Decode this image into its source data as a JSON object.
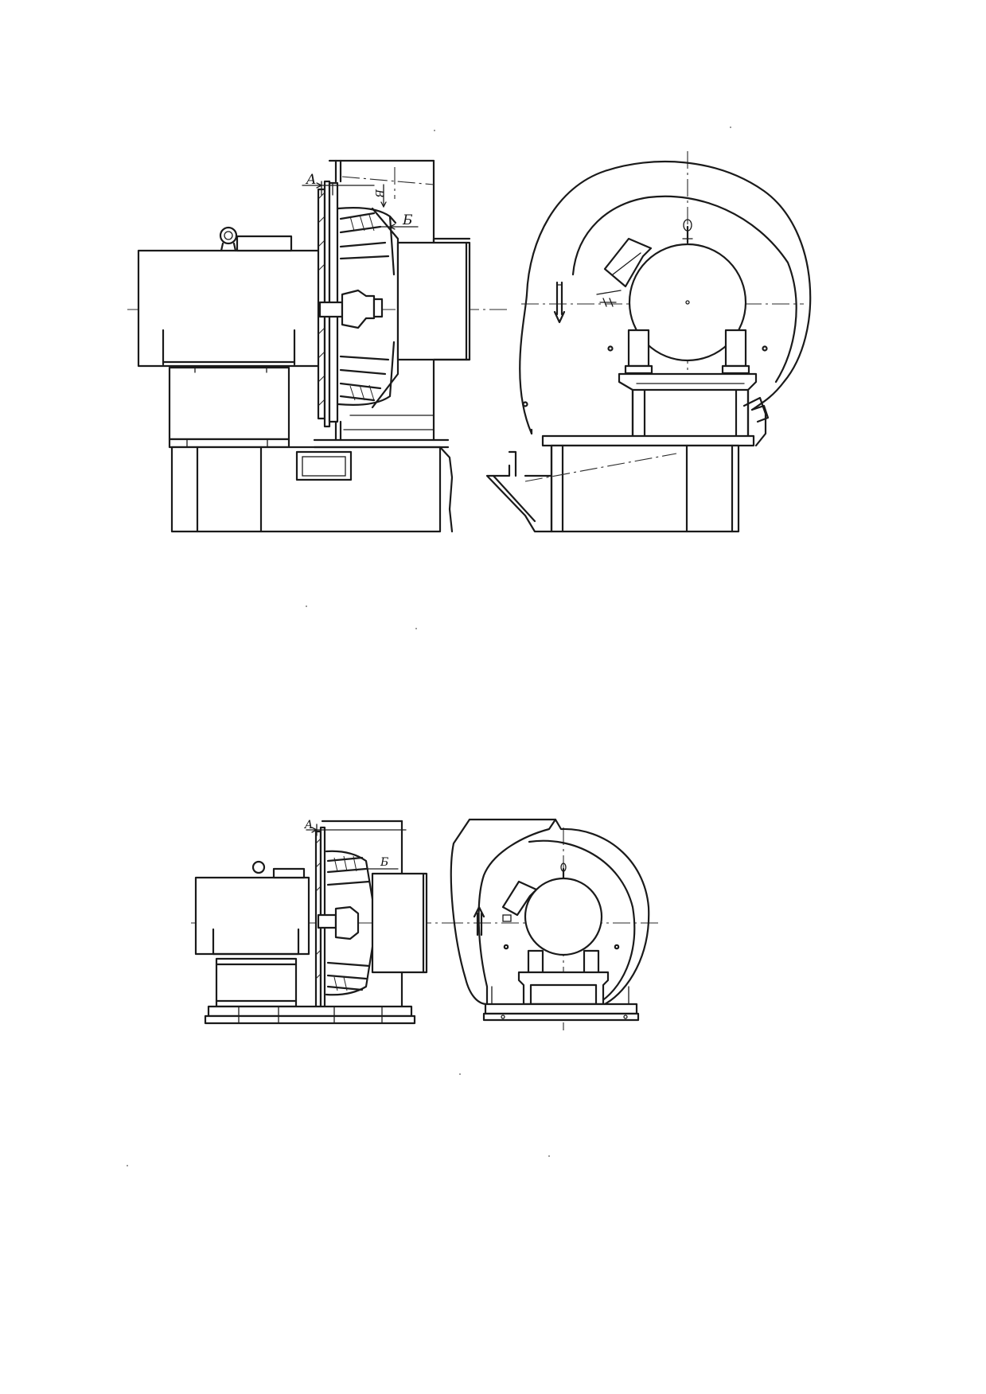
{
  "drawing": {
    "top_side_view": {
      "labels": {
        "a": "A",
        "b": "Б",
        "v": "В"
      }
    },
    "top_front_view": {
      "rotation_arrow": "arrow-down-icon"
    },
    "bottom_side_view": {
      "labels": {
        "a": "A",
        "b": "Б"
      }
    },
    "bottom_front_view": {
      "rotation_arrow": "arrow-up-icon"
    }
  }
}
